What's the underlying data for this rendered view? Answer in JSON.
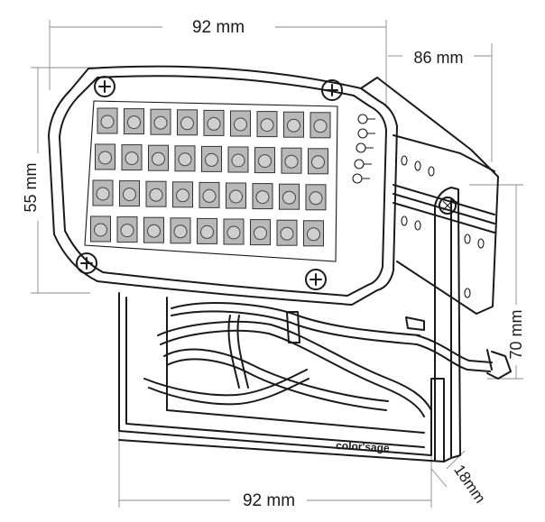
{
  "dimensions": {
    "top_width": "92 mm",
    "depth": "86 mm",
    "front_height": "55 mm",
    "bracket_height": "70 mm",
    "bracket_width": "92 mm",
    "bracket_thickness": "18mm"
  },
  "brand_logo_text": "color'sage",
  "led_grid": {
    "rows": 4,
    "columns": 9
  }
}
